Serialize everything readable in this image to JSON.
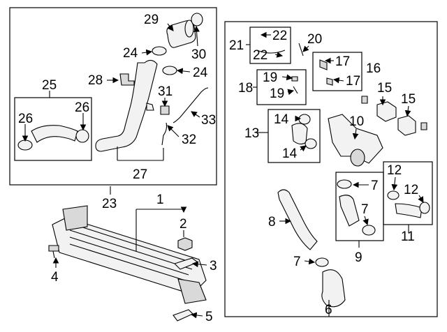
{
  "diagram": {
    "callouts": {
      "c1": "1",
      "c2": "2",
      "c3": "3",
      "c4": "4",
      "c5": "5",
      "c6": "6",
      "c7a": "7",
      "c7b": "7",
      "c7c": "7",
      "c8": "8",
      "c9": "9",
      "c10": "10",
      "c11": "11",
      "c12a": "12",
      "c12b": "12",
      "c13": "13",
      "c14a": "14",
      "c14b": "14",
      "c15a": "15",
      "c15b": "15",
      "c16": "16",
      "c17a": "17",
      "c17b": "17",
      "c18": "18",
      "c19a": "19",
      "c19b": "19",
      "c20": "20",
      "c21": "21",
      "c22a": "22",
      "c22b": "22",
      "c23": "23",
      "c24a": "24",
      "c24b": "24",
      "c25": "25",
      "c26a": "26",
      "c26b": "26",
      "c27": "27",
      "c28": "28",
      "c29": "29",
      "c30": "30",
      "c31": "31",
      "c32": "32",
      "c33": "33"
    }
  }
}
